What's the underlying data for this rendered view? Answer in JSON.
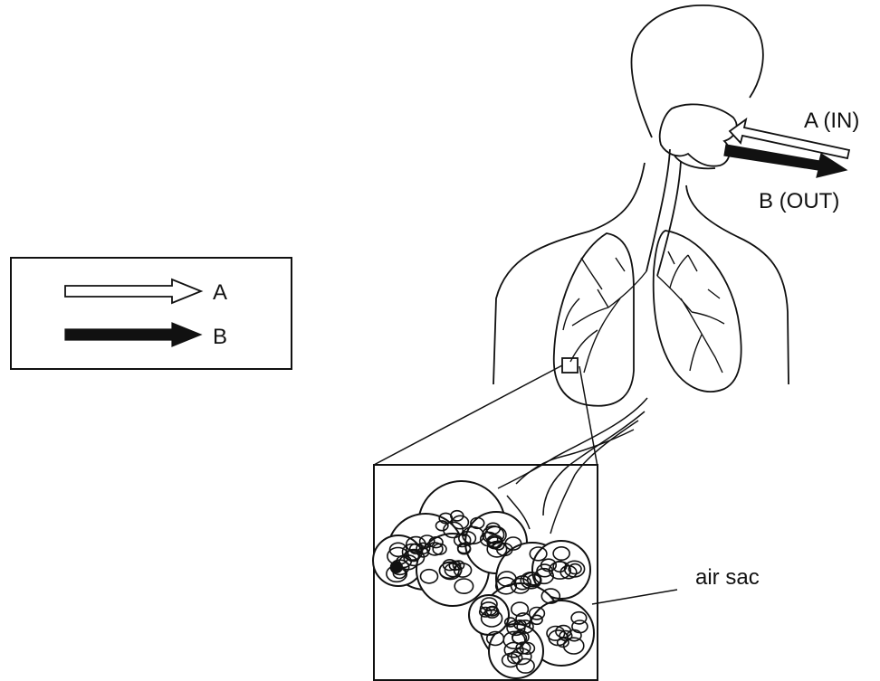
{
  "legend": {
    "items": [
      {
        "key": "A",
        "style": "hollow-arrow"
      },
      {
        "key": "B",
        "style": "solid-arrow"
      }
    ]
  },
  "labels": {
    "inflow": "A (IN)",
    "outflow": "B (OUT)",
    "air_sac": "air sac"
  },
  "colors": {
    "ink": "#111111",
    "background": "#ffffff"
  }
}
